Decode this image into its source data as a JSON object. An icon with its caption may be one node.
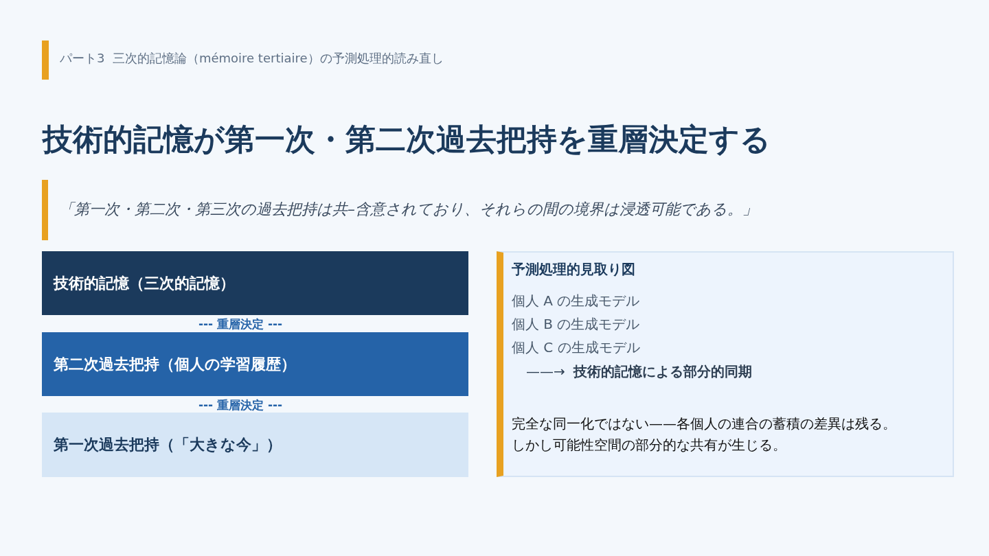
{
  "diagram": {
    "title": "技術的記憶が第一次・第二次過去把持を重層決定する",
    "nodes": [
      {
        "text": [
          "技術的記憶（三次的記憶）"
        ]
      },
      {
        "text": [
          "第二次過去把持（個人の学習履歴）"
        ]
      },
      {
        "text": [
          "第一次過去把持（「大きな今」）"
        ]
      },
      {
        "text": [
          "予測処理的見取り図",
          "個人 A の生成モデル",
          "個人 B の生成モデル",
          "個人 C の生成モデル",
          "——→  **技術的記憶による部分的同期**",
          "完全な同一化ではない——各個人の連合の蓄積の差異は残る。",
          "しかし可能性空間の部分的な共有が生じる。"
        ]
      }
    ],
    "edges": [],
    "labels": [
      "パート3  三次的記憶論（mémoire tertiaire）の予測処理的読み直し",
      "「第一次・第二次・第三次の過去把持は共–含意されており、それらの間の境界は浸透可能である。」",
      "--- 重層決定 ---",
      "--- 重層決定 ---"
    ]
  }
}
